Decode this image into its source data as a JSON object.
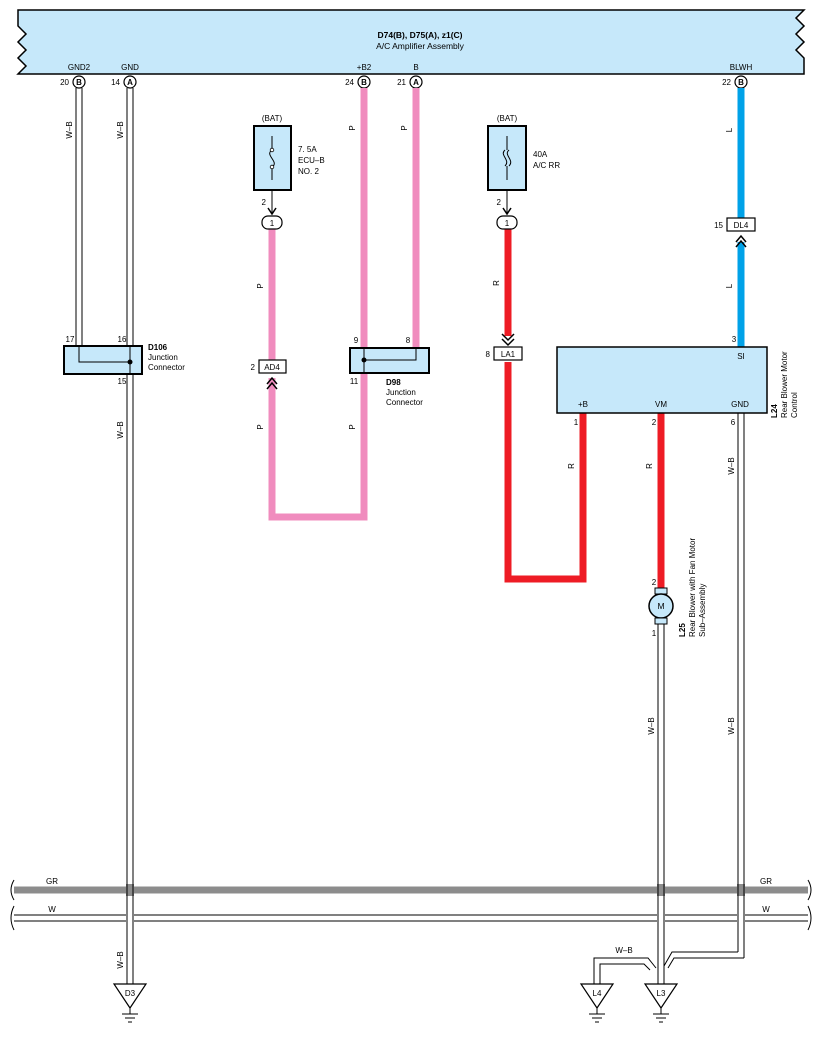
{
  "assembly": {
    "ids": "D74(B), D75(A), z1(C)",
    "name": "A/C Amplifier Assembly",
    "pins": [
      {
        "label": "GND2",
        "num": "20",
        "conn": "B"
      },
      {
        "label": "GND",
        "num": "14",
        "conn": "A"
      },
      {
        "label": "+B2",
        "num": "24",
        "conn": "B"
      },
      {
        "label": "B",
        "num": "21",
        "conn": "A"
      },
      {
        "label": "BLWH",
        "num": "22",
        "conn": "B"
      }
    ]
  },
  "fuse1": {
    "source": "(BAT)",
    "rating": "7. 5A",
    "name1": "ECU–B",
    "name2": "NO. 2",
    "pin": "2",
    "conn": "1"
  },
  "fuse2": {
    "source": "(BAT)",
    "rating": "40A",
    "name": "A/C RR",
    "pin": "2",
    "conn": "1"
  },
  "wire_colors": {
    "wb": "W–B",
    "p": "P",
    "r": "R",
    "l": "L",
    "gr": "GR",
    "w": "W"
  },
  "colors": {
    "pink": "#F08CBE",
    "red": "#EE1C25",
    "blue": "#00A2E8",
    "fill": "#C6E8FA",
    "gray": "#8C8C8C"
  },
  "d106": {
    "id": "D106",
    "name1": "Junction",
    "name2": "Connector",
    "pin17": "17",
    "pin16": "16",
    "pin15": "15"
  },
  "d98": {
    "id": "D98",
    "name1": "Junction",
    "name2": "Connector",
    "pin9": "9",
    "pin8": "8",
    "pin11": "11"
  },
  "ad4": {
    "label": "AD4",
    "pin": "2"
  },
  "la1": {
    "label": "LA1",
    "pin": "8"
  },
  "dl4": {
    "label": "DL4",
    "pin": "15"
  },
  "l24": {
    "id": "L24",
    "name1": "Rear Blower Motor",
    "name2": "Control",
    "si": "SI",
    "b": "+B",
    "vm": "VM",
    "gnd": "GND",
    "pin3": "3",
    "pin1": "1",
    "pin2": "2",
    "pin6": "6"
  },
  "l25": {
    "id": "L25",
    "name1": "Rear Blower with Fan Motor",
    "name2": "Sub–Assembly",
    "pin2": "2",
    "pin1": "1",
    "symbol": "M"
  },
  "grounds": {
    "d3": "D3",
    "l4": "L4",
    "l3": "L3"
  }
}
